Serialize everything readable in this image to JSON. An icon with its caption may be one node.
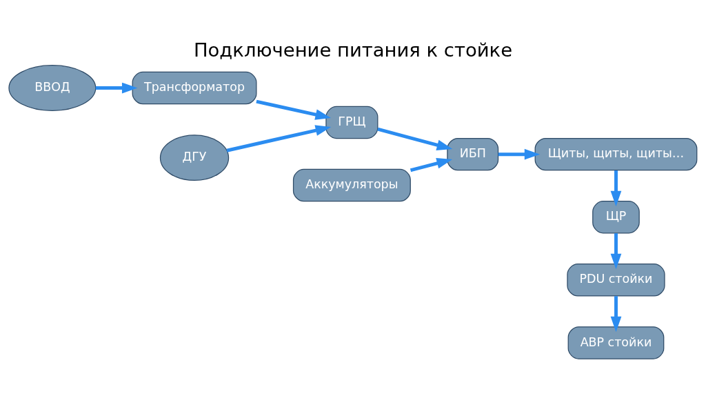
{
  "diagram": {
    "title": "Подключение питания к стойке",
    "nodes": [
      {
        "text": [
          "ВВОД"
        ]
      },
      {
        "text": [
          "Трансформатор"
        ]
      },
      {
        "text": [
          "ДГУ"
        ]
      },
      {
        "text": [
          "ГРЩ"
        ]
      },
      {
        "text": [
          "Аккумуляторы"
        ]
      },
      {
        "text": [
          "ИБП"
        ]
      },
      {
        "text": [
          "Щиты, щиты, щиты…"
        ]
      },
      {
        "text": [
          "ЩР"
        ]
      },
      {
        "text": [
          "PDU стойки"
        ]
      },
      {
        "text": [
          "АВР стойки"
        ]
      }
    ],
    "edges": [
      {
        "from": 0,
        "to": 1,
        "arrow": "to"
      },
      {
        "from": 1,
        "to": 3,
        "arrow": "to"
      },
      {
        "from": 2,
        "to": 3,
        "arrow": "to"
      },
      {
        "from": 3,
        "to": 5,
        "arrow": "to"
      },
      {
        "from": 4,
        "to": 5,
        "arrow": "to"
      },
      {
        "from": 5,
        "to": 6,
        "arrow": "to"
      },
      {
        "from": 6,
        "to": 7,
        "arrow": "to"
      },
      {
        "from": 7,
        "to": 8,
        "arrow": "to"
      },
      {
        "from": 8,
        "to": 9,
        "arrow": "to"
      }
    ]
  }
}
